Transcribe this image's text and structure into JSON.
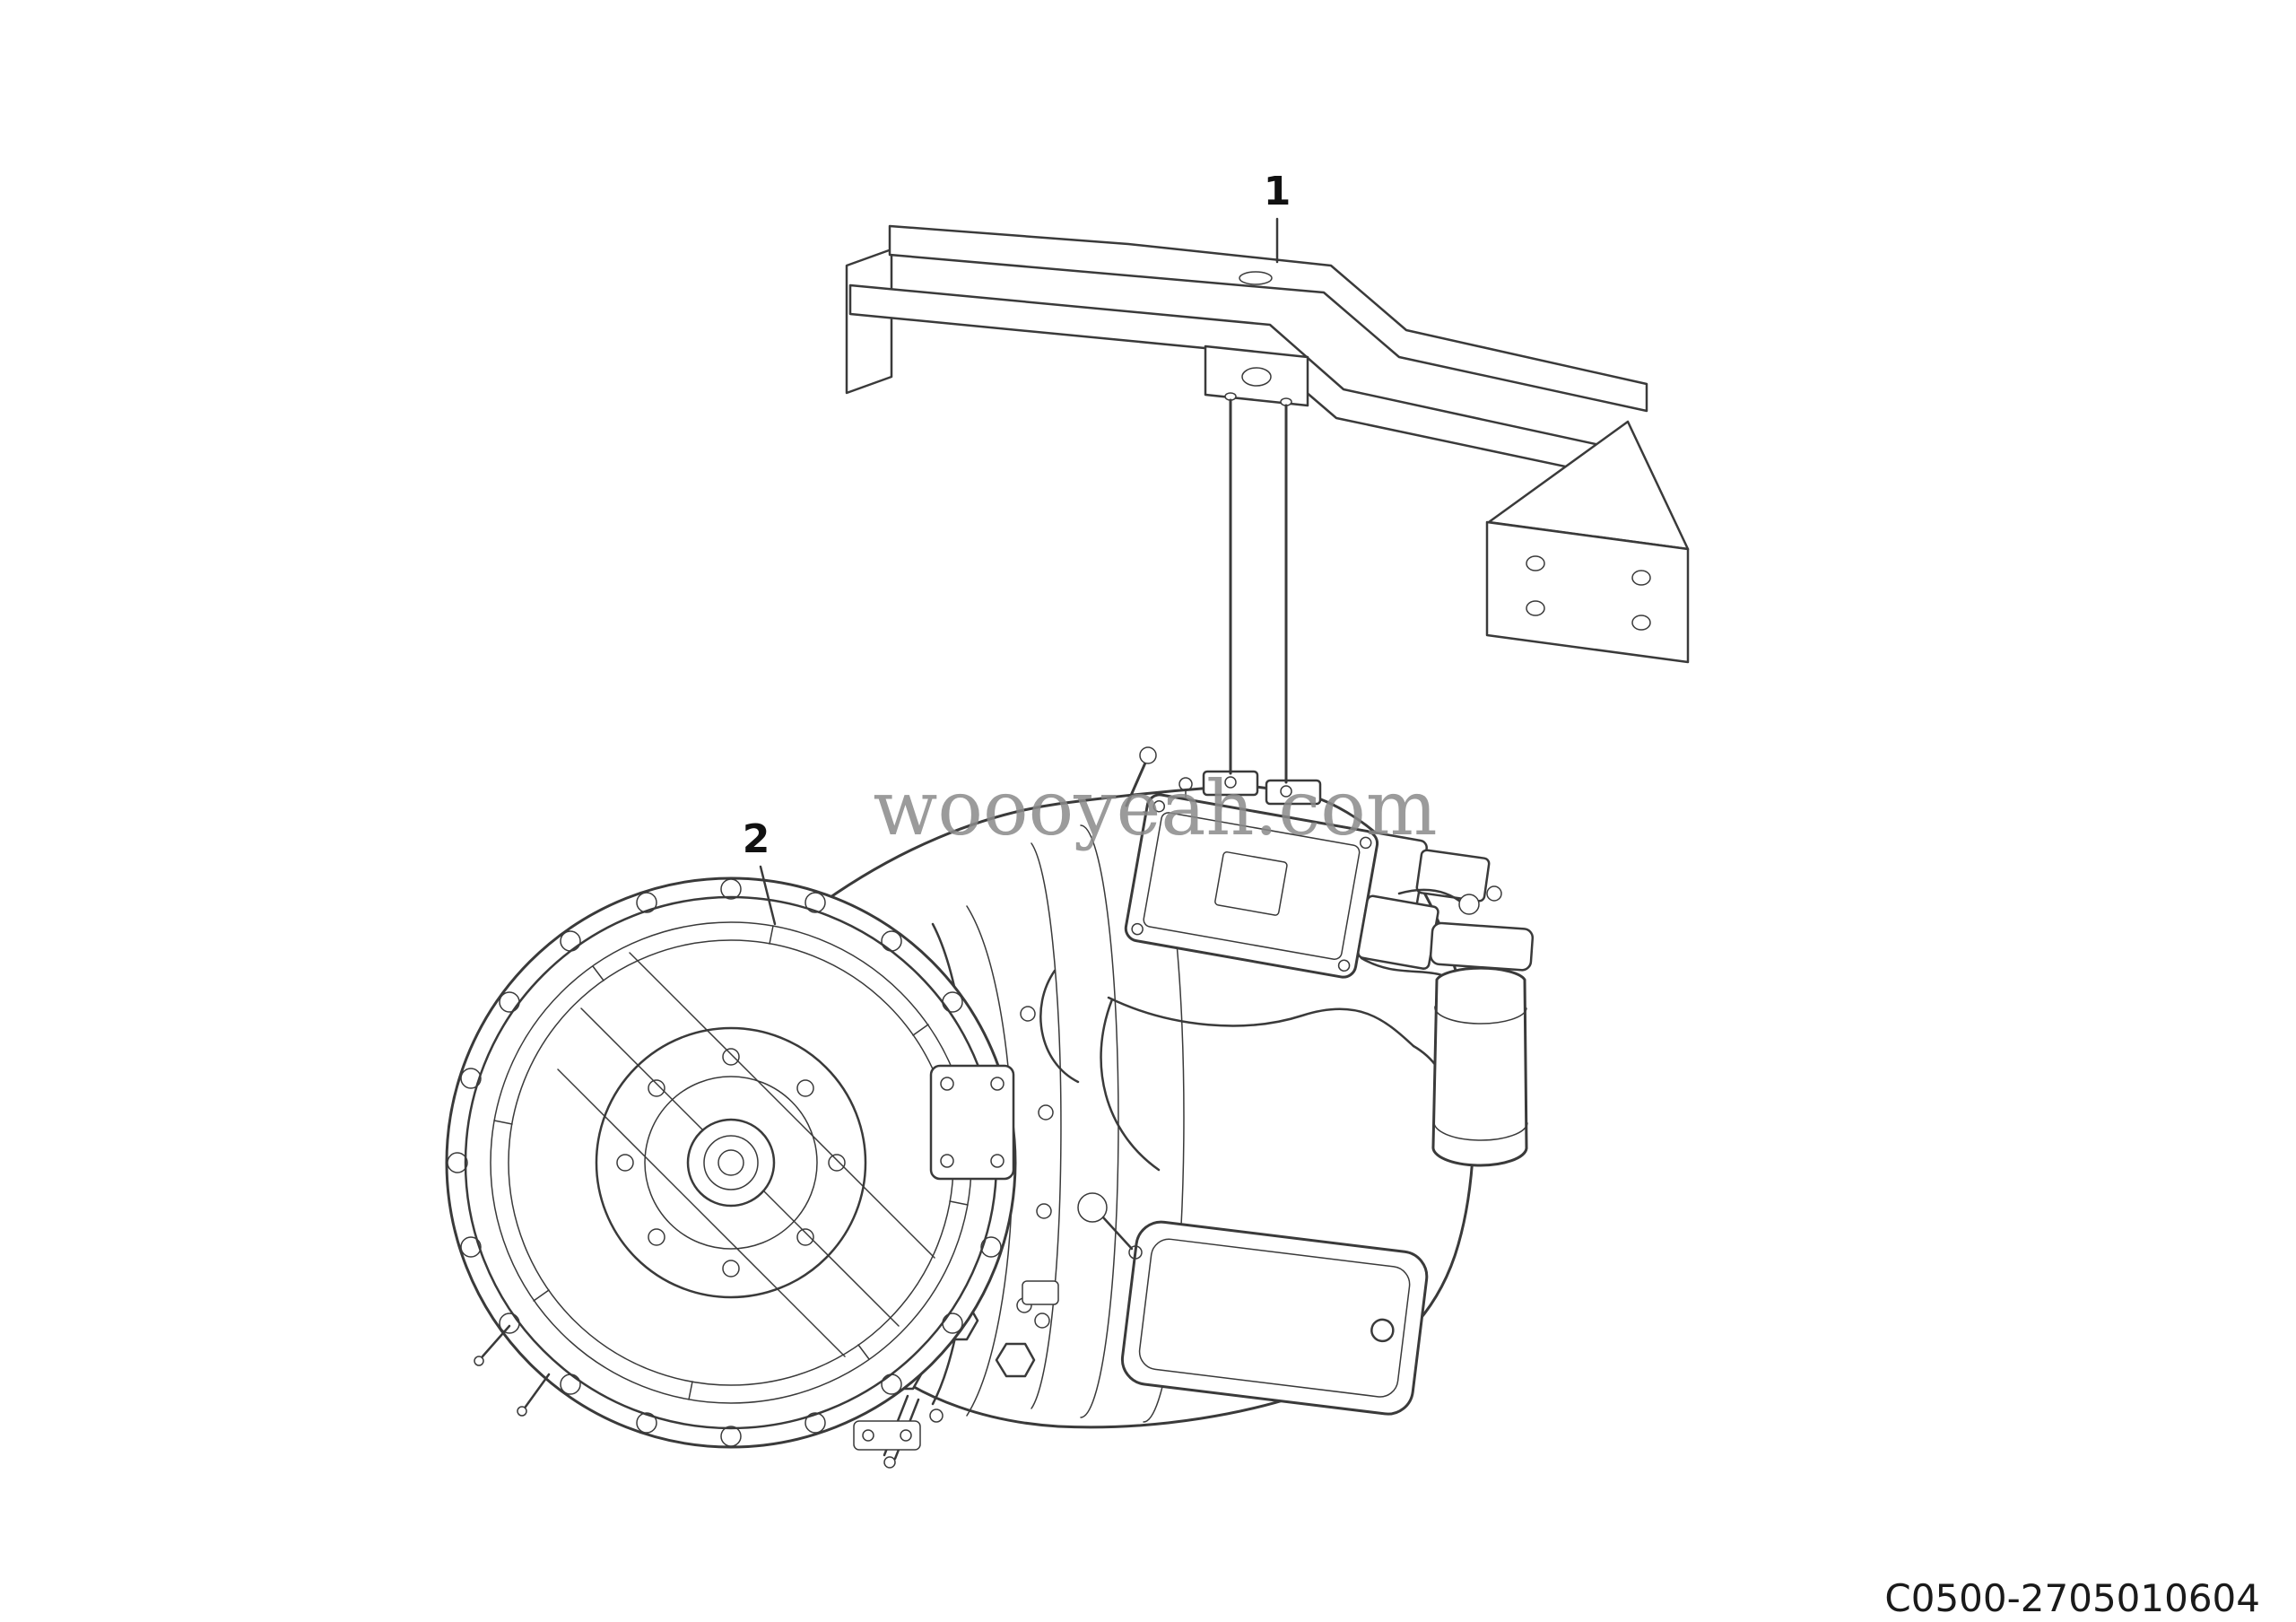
{
  "diagram": {
    "title_semantic": "transmission-assembly-parts-diagram",
    "callouts": [
      {
        "label": "1",
        "target": "mounting-bracket"
      },
      {
        "label": "2",
        "target": "torque-converter-housing"
      }
    ],
    "watermark": "woooyeah.com",
    "part_number": "C0500-2705010604",
    "colors": {
      "line": "#3a3a3a",
      "watermark": "#8a8a8a",
      "background": "#ffffff",
      "text": "#1a1a1a"
    }
  }
}
